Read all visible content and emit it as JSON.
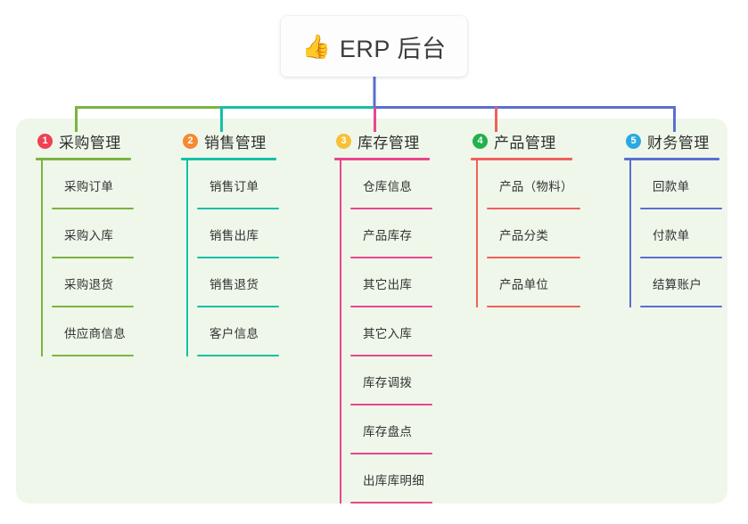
{
  "root": {
    "icon": "thumbs-up-icon",
    "emoji": "👍",
    "title": "ERP 后台"
  },
  "colors": {
    "board_background": "#eff7ea",
    "page_background": "#ffffff",
    "branch1_line": "#7cb342",
    "branch2_line": "#16c0a6",
    "branch3_line": "#e8468f",
    "branch4_line": "#f0605d",
    "branch5_line": "#5b6fd0",
    "badge1": "#ef4054",
    "badge2": "#f58a33",
    "badge3": "#f7c137",
    "badge4": "#22b14c",
    "badge5": "#29a9e0",
    "text": "#333333"
  },
  "branches": [
    {
      "number": "1",
      "label": "采购管理",
      "badge_color": "#ef4054",
      "line_color": "#7cb342",
      "items": [
        {
          "label": "采购订单"
        },
        {
          "label": "采购入库"
        },
        {
          "label": "采购退货"
        },
        {
          "label": "供应商信息"
        }
      ]
    },
    {
      "number": "2",
      "label": "销售管理",
      "badge_color": "#f58a33",
      "line_color": "#16c0a6",
      "items": [
        {
          "label": "销售订单"
        },
        {
          "label": "销售出库"
        },
        {
          "label": "销售退货"
        },
        {
          "label": "客户信息"
        }
      ]
    },
    {
      "number": "3",
      "label": "库存管理",
      "badge_color": "#f7c137",
      "line_color": "#e8468f",
      "items": [
        {
          "label": "仓库信息"
        },
        {
          "label": "产品库存"
        },
        {
          "label": "其它出库"
        },
        {
          "label": "其它入库"
        },
        {
          "label": "库存调拨"
        },
        {
          "label": "库存盘点"
        },
        {
          "label": "出库库明细"
        }
      ]
    },
    {
      "number": "4",
      "label": "产品管理",
      "badge_color": "#22b14c",
      "line_color": "#f0605d",
      "items": [
        {
          "label": "产品（物料）"
        },
        {
          "label": "产品分类"
        },
        {
          "label": "产品单位"
        }
      ]
    },
    {
      "number": "5",
      "label": "财务管理",
      "badge_color": "#29a9e0",
      "line_color": "#5b6fd0",
      "items": [
        {
          "label": "回款单"
        },
        {
          "label": "付款单"
        },
        {
          "label": "结算账户"
        }
      ]
    }
  ]
}
